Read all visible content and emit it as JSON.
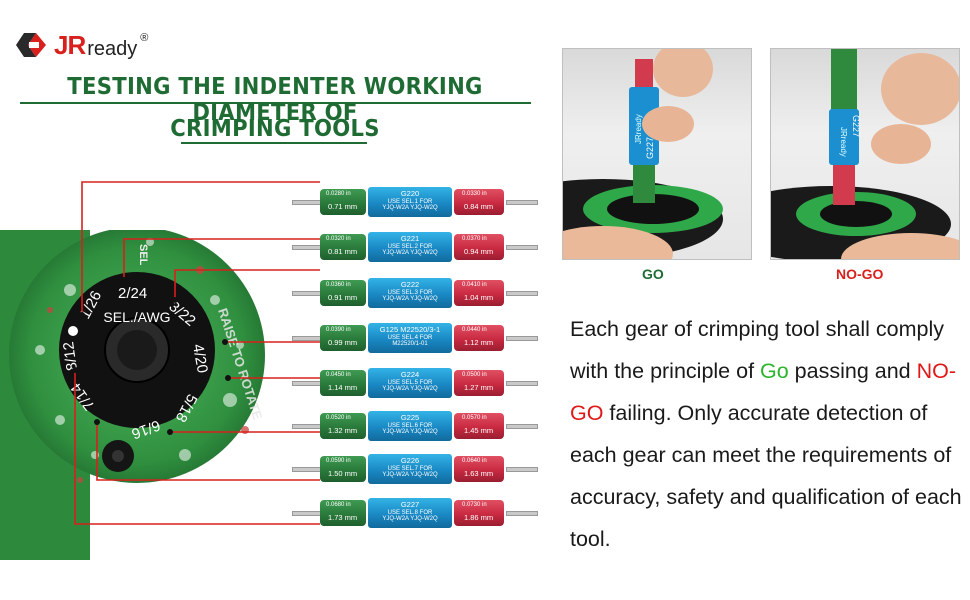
{
  "brand": {
    "jr": "JR",
    "ready": "ready",
    "reg": "®"
  },
  "title": {
    "line1": "TESTING THE INDENTER WORKING DIAMETER OF",
    "line2": "CRIMPING TOOLS"
  },
  "colors": {
    "title_green": "#1f6b34",
    "brand_red": "#d8201c",
    "leader_red": "#d8201c",
    "go_green": "#2bb52b",
    "nogo_red": "#e01818"
  },
  "dial": {
    "center_label": "SEL./AWG",
    "positions": [
      "1/26",
      "2/24",
      "3/22",
      "4/20",
      "5/18",
      "6/16",
      "7/14",
      "8/12"
    ],
    "rim_text": "RAISE TO ROTATE",
    "side_text": "SEL"
  },
  "gauges": [
    {
      "go_in": "0.0280 in",
      "go_mm": "0.71 mm",
      "code": "G220",
      "sel": "USE SEL.1 FOR",
      "models": "YJQ-W2A YJQ-W2Q",
      "nogo_in": "0.0330 in",
      "nogo_mm": "0.84 mm"
    },
    {
      "go_in": "0.0320 in",
      "go_mm": "0.81 mm",
      "code": "G221",
      "sel": "USE SEL.2 FOR",
      "models": "YJQ-W2A YJQ-W2Q",
      "nogo_in": "0.0370 in",
      "nogo_mm": "0.94 mm"
    },
    {
      "go_in": "0.0360 in",
      "go_mm": "0.91 mm",
      "code": "G222",
      "sel": "USE SEL.3 FOR",
      "models": "YJQ-W2A YJQ-W2Q",
      "nogo_in": "0.0410 in",
      "nogo_mm": "1.04 mm"
    },
    {
      "go_in": "0.0390 in",
      "go_mm": "0.99 mm",
      "code": "G125  M22520/3-1",
      "sel": "USE SEL.4 FOR",
      "models": "M22520/1-01",
      "nogo_in": "0.0440 in",
      "nogo_mm": "1.12 mm"
    },
    {
      "go_in": "0.0450 in",
      "go_mm": "1.14 mm",
      "code": "G224",
      "sel": "USE SEL.5 FOR",
      "models": "YJQ-W2A YJQ-W2Q",
      "nogo_in": "0.0500 in",
      "nogo_mm": "1.27 mm"
    },
    {
      "go_in": "0.0520 in",
      "go_mm": "1.32 mm",
      "code": "G225",
      "sel": "USE SEL.6 FOR",
      "models": "YJQ-W2A YJQ-W2Q",
      "nogo_in": "0.0570 in",
      "nogo_mm": "1.45 mm"
    },
    {
      "go_in": "0.0590 in",
      "go_mm": "1.50 mm",
      "code": "G226",
      "sel": "USE SEL.7 FOR",
      "models": "YJQ-W2A YJQ-W2Q",
      "nogo_in": "0.0640 in",
      "nogo_mm": "1.63 mm"
    },
    {
      "go_in": "0.0680 in",
      "go_mm": "1.73 mm",
      "code": "G227",
      "sel": "USE SEL.8 FOR",
      "models": "YJQ-W2A YJQ-W2Q",
      "nogo_in": "0.0730 in",
      "nogo_mm": "1.86 mm"
    }
  ],
  "photos": {
    "go_caption": "GO",
    "nogo_caption": "NO-GO",
    "go_gauge_label": "G227",
    "go_brand": "JRready",
    "nogo_gauge_label": "G227",
    "nogo_brand": "JRready"
  },
  "description": {
    "part1": "Each gear of crimping tool shall comply with the principle of ",
    "go": "Go",
    "part2": " passing and ",
    "nogo": "NO-GO",
    "part3": " failing. Only accurate detection of each gear can meet the requirements of accuracy, safety and qualification of each tool."
  }
}
